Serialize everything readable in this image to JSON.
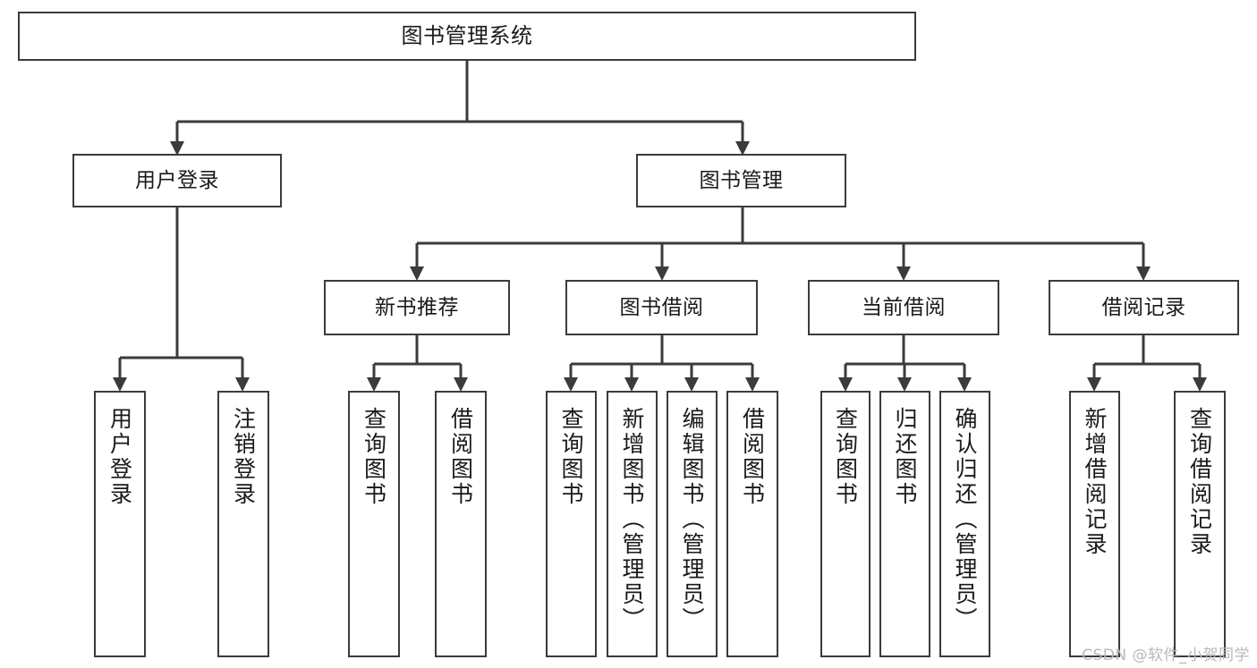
{
  "diagram": {
    "type": "tree-hierarchy",
    "title": "图书管理系统",
    "root": {
      "id": "root",
      "label": "图书管理系统"
    },
    "level1": [
      {
        "id": "user-login",
        "label": "用户登录"
      },
      {
        "id": "book-manage",
        "label": "图书管理"
      }
    ],
    "level2": [
      {
        "id": "new-book-rec",
        "label": "新书推荐",
        "parent": "book-manage"
      },
      {
        "id": "book-borrow",
        "label": "图书借阅",
        "parent": "book-manage"
      },
      {
        "id": "current-borrow",
        "label": "当前借阅",
        "parent": "book-manage"
      },
      {
        "id": "borrow-record",
        "label": "借阅记录",
        "parent": "book-manage"
      }
    ],
    "leaves": {
      "user-login": [
        {
          "id": "leaf-user-login",
          "label": "用户登录"
        },
        {
          "id": "leaf-logout",
          "label": "注销登录"
        }
      ],
      "new-book-rec": [
        {
          "id": "leaf-query-book-1",
          "label": "查询图书"
        },
        {
          "id": "leaf-borrow-book-1",
          "label": "借阅图书"
        }
      ],
      "book-borrow": [
        {
          "id": "leaf-query-book-2",
          "label": "查询图书"
        },
        {
          "id": "leaf-add-book",
          "label": "新增图书（管理员）"
        },
        {
          "id": "leaf-edit-book",
          "label": "编辑图书（管理员）"
        },
        {
          "id": "leaf-borrow-book-2",
          "label": "借阅图书"
        }
      ],
      "current-borrow": [
        {
          "id": "leaf-query-book-3",
          "label": "查询图书"
        },
        {
          "id": "leaf-return-book",
          "label": "归还图书"
        },
        {
          "id": "leaf-confirm-return",
          "label": "确认归还（管理员）"
        }
      ],
      "borrow-record": [
        {
          "id": "leaf-add-record",
          "label": "新增借阅记录"
        },
        {
          "id": "leaf-query-record",
          "label": "查询借阅记录"
        }
      ]
    }
  },
  "watermark": {
    "text": "CSDN @软件_小贺同学"
  },
  "colors": {
    "stroke": "#3b3b3b",
    "fill": "#ffffff",
    "text": "#1a1a1a",
    "watermark": "#b8b8b8"
  }
}
